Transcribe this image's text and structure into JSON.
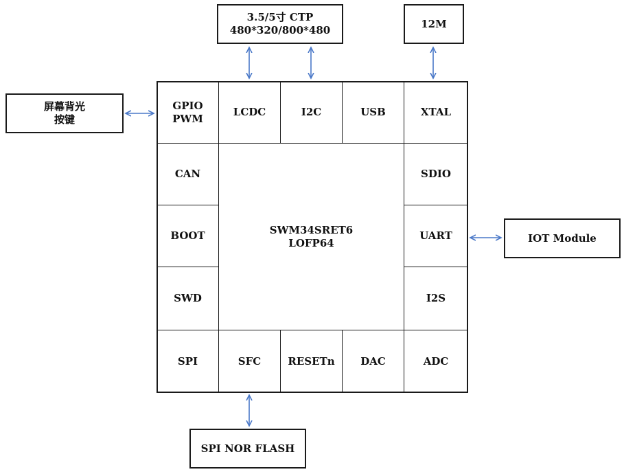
{
  "external": {
    "ctp": "3.5/5寸 CTP\n480*320/800*480",
    "clock": "12M",
    "backlight": "屏幕背光\n按键",
    "iot": "IOT Module",
    "flash": "SPI NOR FLASH"
  },
  "chip": {
    "name": "SWM34SRET6\nLOFP64",
    "top": [
      "GPIO\nPWM",
      "LCDC",
      "I2C",
      "USB",
      "XTAL"
    ],
    "left": [
      "CAN",
      "BOOT",
      "SWD"
    ],
    "right": [
      "SDIO",
      "UART",
      "I2S"
    ],
    "bottom": [
      "SPI",
      "SFC",
      "RESETn",
      "DAC",
      "ADC"
    ]
  },
  "colors": {
    "arrow": "#4a78c8",
    "border": "#1a1a1a"
  }
}
